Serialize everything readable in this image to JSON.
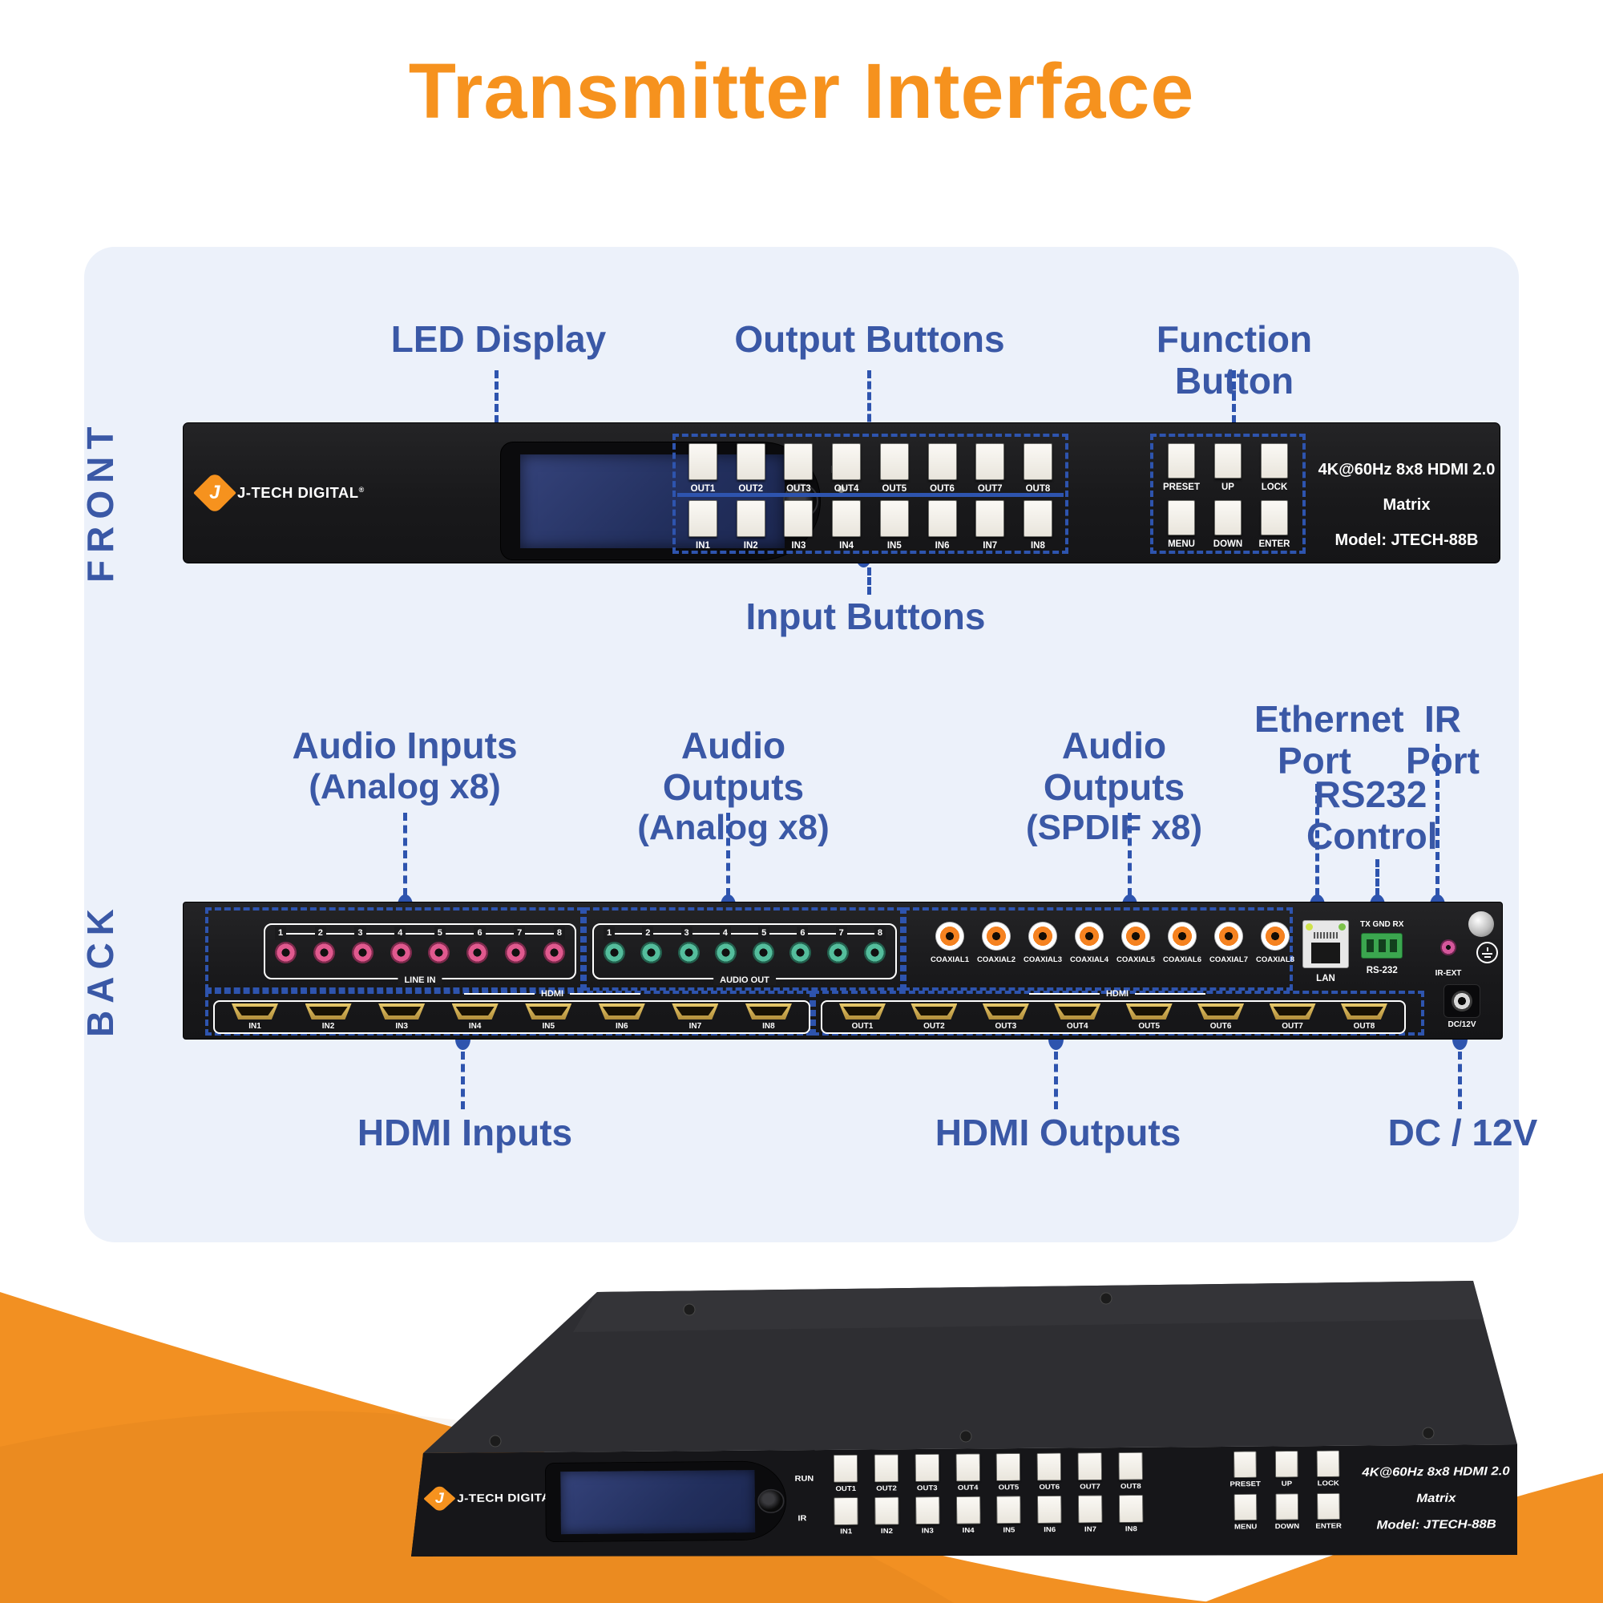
{
  "title": "Transmitter Interface",
  "colors": {
    "orange": "#F6921E",
    "label_blue": "#3A58A6",
    "dash_blue": "#2E54AE",
    "panel_bg": "#ECF1FA"
  },
  "sections": {
    "front": "FRONT",
    "back": "BACK"
  },
  "callouts": {
    "led_display": "LED Display",
    "output_buttons": "Output Buttons",
    "function_button": "Function Button",
    "input_buttons": "Input Buttons",
    "audio_inputs_1": "Audio Inputs",
    "audio_inputs_2": "(Analog x8)",
    "audio_outputs_analog_1": "Audio Outputs",
    "audio_outputs_analog_2": "(Analog x8)",
    "audio_outputs_spdif_1": "Audio Outputs",
    "audio_outputs_spdif_2": "(SPDIF x8)",
    "ethernet_1": "Ethernet",
    "ethernet_2": "Port",
    "ir_port": "IR Port",
    "rs232_1": "RS232",
    "rs232_2": "Control",
    "hdmi_inputs": "HDMI Inputs",
    "hdmi_outputs": "HDMI Outputs",
    "dc_12v": "DC / 12V"
  },
  "front_panel": {
    "brand": "J-TECH DIGITAL",
    "brand_reg": "®",
    "run": "RUN",
    "ir": "IR",
    "output_buttons": [
      "OUT1",
      "OUT2",
      "OUT3",
      "OUT4",
      "OUT5",
      "OUT6",
      "OUT7",
      "OUT8"
    ],
    "input_buttons": [
      "IN1",
      "IN2",
      "IN3",
      "IN4",
      "IN5",
      "IN6",
      "IN7",
      "IN8"
    ],
    "function_top": [
      "PRESET",
      "UP",
      "LOCK"
    ],
    "function_bottom": [
      "MENU",
      "DOWN",
      "ENTER"
    ],
    "product_line1": "4K@60Hz 8x8 HDMI 2.0 Matrix",
    "product_line2": "Model: JTECH-88B"
  },
  "back_panel": {
    "jack_numbers": [
      "1",
      "2",
      "3",
      "4",
      "5",
      "6",
      "7",
      "8"
    ],
    "line_in": "LINE IN",
    "audio_out": "AUDIO OUT",
    "coaxial": [
      "COAXIAL1",
      "COAXIAL2",
      "COAXIAL3",
      "COAXIAL4",
      "COAXIAL5",
      "COAXIAL6",
      "COAXIAL7",
      "COAXIAL8"
    ],
    "lan": "LAN",
    "rs232_header": "TX GND RX",
    "rs232": "RS-232",
    "ir_ext": "IR-EXT",
    "hdmi": "HDMI",
    "hdmi_inputs": [
      "IN1",
      "IN2",
      "IN3",
      "IN4",
      "IN5",
      "IN6",
      "IN7",
      "IN8"
    ],
    "hdmi_outputs": [
      "OUT1",
      "OUT2",
      "OUT3",
      "OUT4",
      "OUT5",
      "OUT6",
      "OUT7",
      "OUT8"
    ],
    "dc": "DC/12V"
  }
}
